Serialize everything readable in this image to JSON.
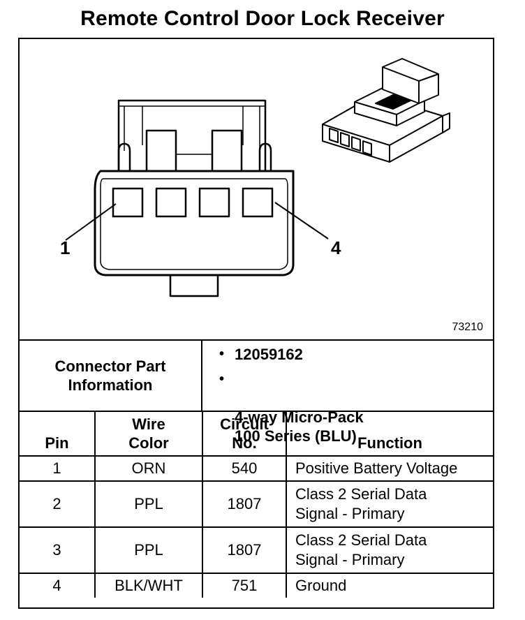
{
  "title": "Remote Control Door Lock Receiver",
  "diagram": {
    "figure_id": "73210",
    "pin_callouts": {
      "left": "1",
      "right": "4"
    }
  },
  "connector_info": {
    "label": "Connector Part\nInformation",
    "part_number": "12059162",
    "description": "4-way Micro-Pack\n100 Series (BLU)",
    "bullet": "•"
  },
  "table": {
    "headers": {
      "pin": "Pin",
      "wire_color": "Wire\nColor",
      "circuit": "Circuit\nNo.",
      "function": "Function"
    },
    "rows": [
      {
        "pin": "1",
        "wire_color": "ORN",
        "circuit": "540",
        "function": "Positive Battery Voltage"
      },
      {
        "pin": "2",
        "wire_color": "PPL",
        "circuit": "1807",
        "function": "Class 2 Serial Data\nSignal - Primary"
      },
      {
        "pin": "3",
        "wire_color": "PPL",
        "circuit": "1807",
        "function": "Class 2 Serial Data\nSignal - Primary"
      },
      {
        "pin": "4",
        "wire_color": "BLK/WHT",
        "circuit": "751",
        "function": "Ground"
      }
    ]
  }
}
